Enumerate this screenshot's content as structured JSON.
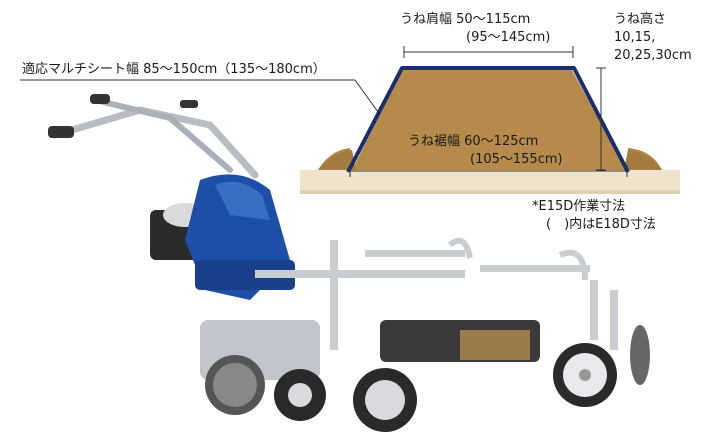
{
  "labels": {
    "shoulder_width": "うね肩幅 50～115cm",
    "shoulder_width_alt": "(95～145cm)",
    "ridge_height_title": "うね高さ",
    "ridge_height_values_1": "10,15,",
    "ridge_height_values_2": "20,25,30cm",
    "mulch_width": "適応マルチシート幅 85～150cm（135～180cm）",
    "base_width": "うね裾幅 60～125cm",
    "base_width_alt": "(105～155cm)",
    "note_1": "*E15D作業寸法",
    "note_2": "(　)内はE18D寸法"
  },
  "colors": {
    "soil": "#b58a4a",
    "soil_shadow": "#8f6a34",
    "mulch_outline": "#1a2e6e",
    "ground_band": "#e8d9bf",
    "machine_blue": "#1d4fa8",
    "frame_silver": "#c9cdd2",
    "tire": "#2a2a2a"
  }
}
